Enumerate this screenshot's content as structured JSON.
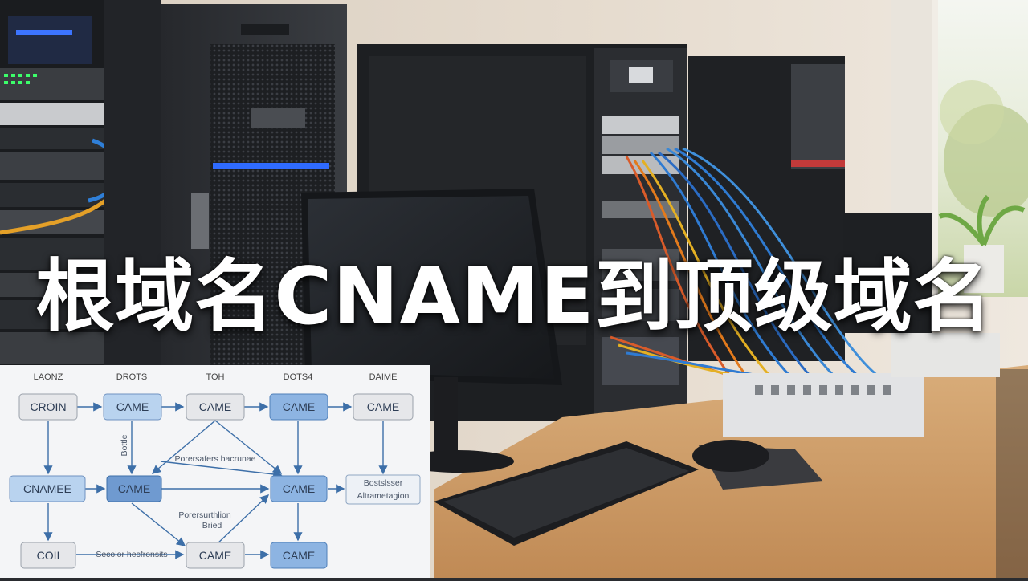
{
  "title": "根域名CNAME到顶级域名",
  "diagram": {
    "column_headers": [
      "LAONZ",
      "DROTS",
      "TOH",
      "DOTS4",
      "DAIME"
    ],
    "nodes": [
      {
        "id": "r1c1",
        "label": "CROIN",
        "style": "grey"
      },
      {
        "id": "r1c2",
        "label": "CAME",
        "style": "light-blue"
      },
      {
        "id": "r1c3",
        "label": "CAME",
        "style": "grey"
      },
      {
        "id": "r1c4",
        "label": "CAME",
        "style": "blue"
      },
      {
        "id": "r1c5",
        "label": "CAME",
        "style": "grey"
      },
      {
        "id": "r2c1",
        "label": "CNAMEE",
        "style": "light-blue"
      },
      {
        "id": "r2c2",
        "label": "CAME",
        "style": "dark-blue"
      },
      {
        "id": "r2c4",
        "label": "CAME",
        "style": "blue"
      },
      {
        "id": "r2c5a",
        "label": "Bostslsser",
        "style": "outline"
      },
      {
        "id": "r2c5b",
        "label": "Altrametagion",
        "style": "outline"
      },
      {
        "id": "r3c1",
        "label": "COII",
        "style": "grey"
      },
      {
        "id": "r3c3",
        "label": "CAME",
        "style": "grey"
      },
      {
        "id": "r3c4",
        "label": "CAME",
        "style": "blue"
      }
    ],
    "annotations": {
      "vertical": "Bottle",
      "top_center": "Porersafers bacrunae",
      "mid_center_1": "Porersurthlion",
      "mid_center_2": "Bried",
      "bottom_left": "Secolor hecfronsits"
    }
  },
  "colors": {
    "title_text": "#ffffff",
    "node_grey": "#e6e7ea",
    "node_light_blue": "#b9d3ef",
    "node_blue": "#8db4e2",
    "node_dark_blue": "#6f9ad0",
    "arrow": "#3d6fa8"
  }
}
